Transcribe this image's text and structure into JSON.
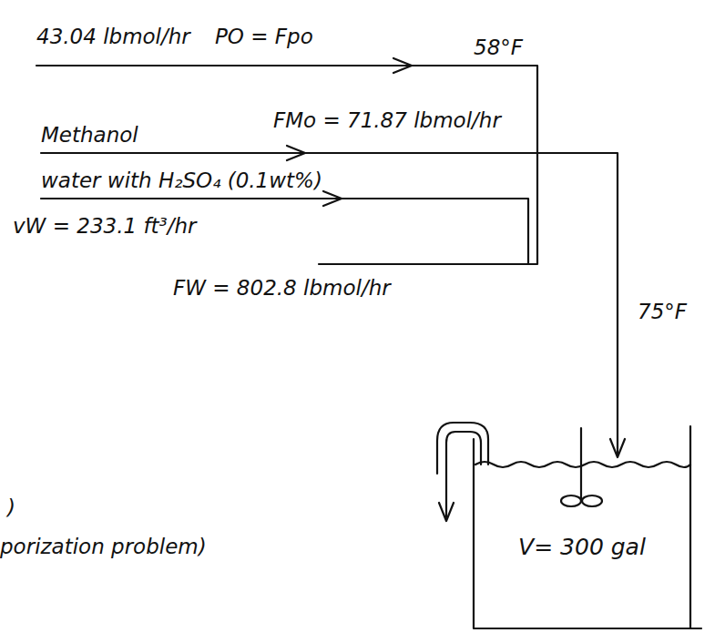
{
  "diagram": {
    "nodes": [
      {
        "text": [
          "V= 300 gal"
        ]
      }
    ],
    "labels": [
      "43.04 lbmol/hr",
      "PO = Fpo",
      "58°F",
      "Methanol",
      "FMo = 71.87 lbmol/hr",
      "water with H₂SO₄ (0.1wt%)",
      "vW = 233.1 ft³/hr",
      "FW = 802.8 lbmol/hr",
      "75°F",
      ")",
      "porization problem)"
    ]
  }
}
